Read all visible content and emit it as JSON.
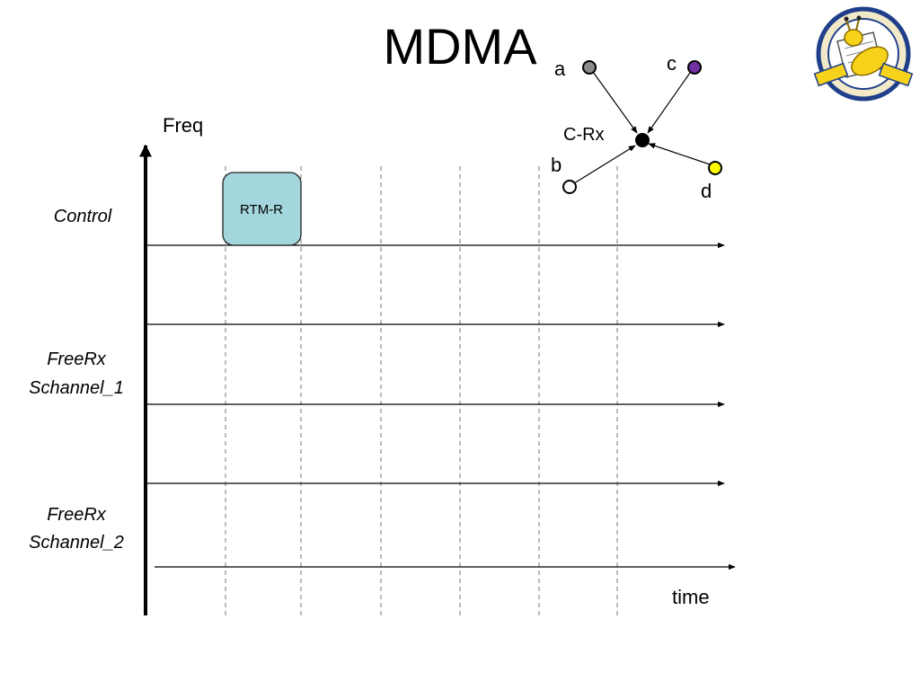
{
  "slide": {
    "title": "MDMA"
  },
  "axes": {
    "y_label": "Freq",
    "x_label": "time"
  },
  "rows": {
    "control": "Control",
    "free1_line1": "FreeRx",
    "free1_line2": "Schannel_1",
    "free2_line1": "FreeRx",
    "free2_line2": "Schannel_2"
  },
  "slot_box": {
    "label": "RTM-R",
    "fill": "#a3d6dd"
  },
  "topology": {
    "center_label": "C-Rx",
    "nodes": [
      {
        "label": "a",
        "color": "#8a8a8a"
      },
      {
        "label": "c",
        "color": "#7030a0"
      },
      {
        "label": "b",
        "color": "#ffffff"
      },
      {
        "label": "d",
        "color": "#ffff00"
      }
    ]
  },
  "logo": {
    "icon": "ucsc-banana-slug-seal"
  }
}
